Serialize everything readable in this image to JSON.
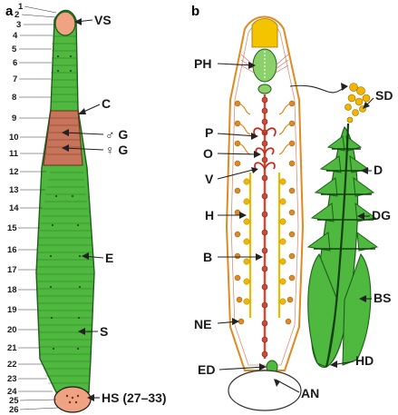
{
  "panels": {
    "a": "a",
    "b": "b"
  },
  "segments": [
    "1",
    "2",
    "3",
    "4",
    "5",
    "6",
    "7",
    "8",
    "9",
    "10",
    "11",
    "12",
    "13",
    "14",
    "15",
    "16",
    "17",
    "18",
    "19",
    "20",
    "21",
    "22",
    "23",
    "24",
    "25",
    "26"
  ],
  "labels_a": {
    "vs": "VS",
    "c": "C",
    "male_g": "♂ G",
    "female_g": "♀ G",
    "e": "E",
    "s": "S",
    "hs": "HS (27–33)"
  },
  "labels_b": {
    "ph": "PH",
    "p": "P",
    "o": "O",
    "v": "V",
    "h": "H",
    "b": "B",
    "ne": "NE",
    "ed": "ED",
    "an": "AN",
    "sd": "SD",
    "d": "D",
    "dg": "DG",
    "bs": "BS",
    "hd": "HD"
  },
  "colors": {
    "body_green": "#4fb83f",
    "clitellum": "#c8745a",
    "sucker": "#f0a383",
    "nerve_red": "#d04a3a",
    "gut_orange": "#e0891f",
    "yellow": "#f4c400",
    "outline": "#222222"
  }
}
